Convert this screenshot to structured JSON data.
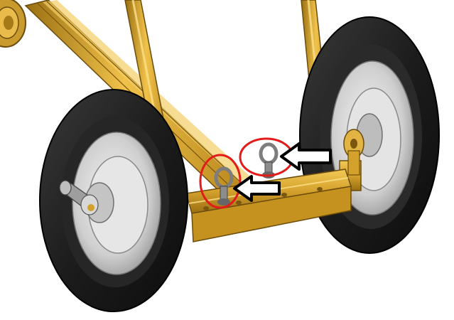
{
  "colors": {
    "background": "#ffffff",
    "frame": "#d4a12c",
    "frame_light": "#f0c24a",
    "frame_dark": "#9a6f12",
    "tire": "#1c1c1c",
    "tire_highlight": "#3a3a3a",
    "hub": "#d9d9d9",
    "hub_shadow": "#a8a8a8",
    "highlight_circle": "#e21b1b",
    "arrow_fill": "#ffffff",
    "arrow_stroke": "#000000",
    "eyebolt": "#8c8c8c"
  },
  "annotations": {
    "highlighted_parts": [
      "eye-bolt-left",
      "eye-bolt-right"
    ],
    "arrow_count": 2
  }
}
